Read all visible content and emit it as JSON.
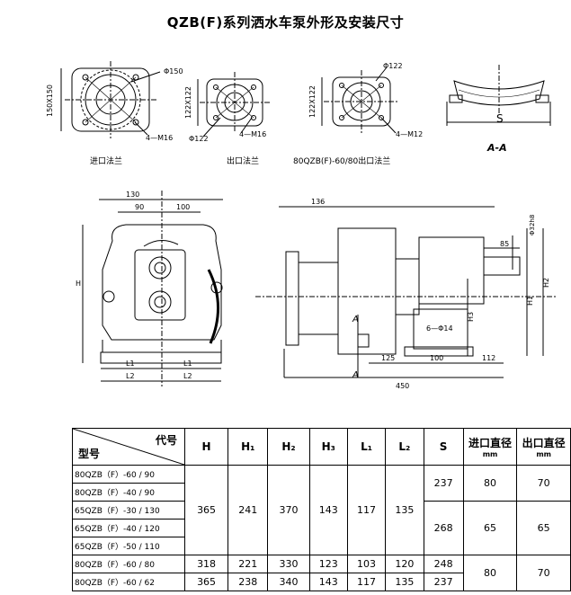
{
  "title": "QZB(F)系列洒水车泵外形及安装尺寸",
  "flanges": {
    "inlet": {
      "caption": "进口法兰",
      "dia": "Φ150",
      "bolts": "4—M16",
      "size": "150X150"
    },
    "outlet": {
      "caption": "出口法兰",
      "dia": "Φ122",
      "bolts": "4—M16",
      "size": "122X122"
    },
    "outlet80": {
      "caption": "80QZB(F)-60/80出口法兰",
      "dia": "Φ122",
      "bolts": "4—M12",
      "size": "122X122"
    }
  },
  "section": {
    "label": "A-A",
    "s": "S"
  },
  "front": {
    "d130": "130",
    "d90": "90",
    "d100": "100",
    "H": "H",
    "L1": "L1",
    "L2": "L2"
  },
  "side": {
    "d136": "136",
    "d85": "85",
    "d32": "Φ32h8",
    "d14": "6—Φ14",
    "d125": "125",
    "d100": "100",
    "d112": "112",
    "d450": "450",
    "H1": "H1",
    "H2": "H2",
    "H3": "H3",
    "A": "A"
  },
  "table": {
    "header_code": "代号",
    "header_model": "型号",
    "columns": [
      "H",
      "H₁",
      "H₂",
      "H₃",
      "L₁",
      "L₂",
      "S"
    ],
    "inlet_dia": "进口直径",
    "outlet_dia": "出口直径",
    "unit": "mm",
    "models": [
      "80QZB（F）-60 / 90",
      "80QZB（F）-40 / 90",
      "65QZB（F）-30 / 130",
      "65QZB（F）-40 / 120",
      "65QZB（F）-50 / 110",
      "80QZB（F）-60 / 80",
      "80QZB（F）-60 / 62"
    ],
    "group1": {
      "H": "365",
      "H1": "241",
      "H2": "370",
      "H3": "143",
      "L1": "117",
      "L2": "135"
    },
    "s_a": "237",
    "s_b": "268",
    "in_a": "80",
    "out_a": "70",
    "in_b": "65",
    "out_b": "65",
    "row6": {
      "H": "318",
      "H1": "221",
      "H2": "330",
      "H3": "123",
      "L1": "103",
      "L2": "120",
      "S": "248"
    },
    "row7": {
      "H": "365",
      "H1": "238",
      "H2": "340",
      "H3": "143",
      "L1": "117",
      "L2": "135",
      "S": "237"
    },
    "in_c": "80",
    "out_c": "70"
  }
}
